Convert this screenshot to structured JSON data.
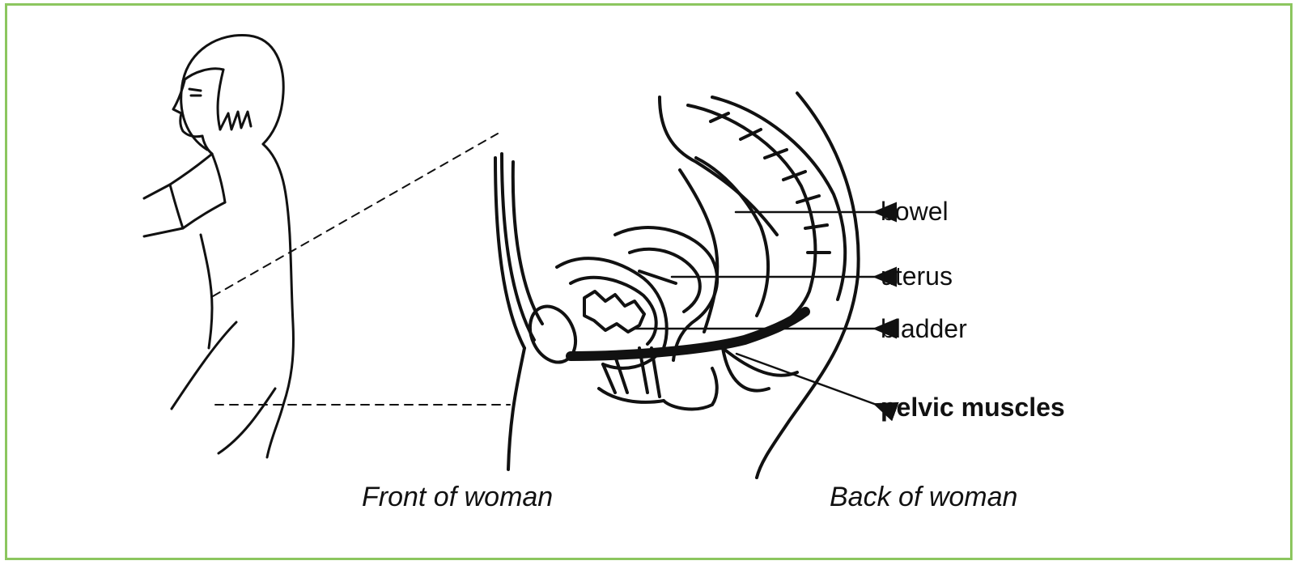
{
  "labels": {
    "bowel": "bowel",
    "uterus": "uterus",
    "bladder": "bladder",
    "pelvic_muscles": "pelvic muscles"
  },
  "captions": {
    "front": "Front of woman",
    "back": "Back of woman"
  },
  "colors": {
    "border": "#8cc65f",
    "ink": "#111111"
  }
}
